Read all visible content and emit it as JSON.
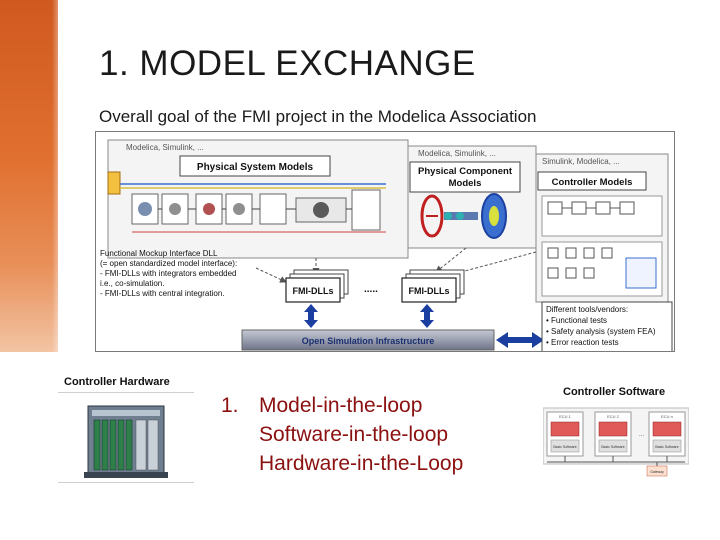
{
  "slide": {
    "title": "1. MODEL EXCHANGE",
    "subtitle": "Overall goal of the FMI project in the Modelica Association"
  },
  "diagram": {
    "tool_label_left": "Modelica, Simulink, ...",
    "tool_label_mid": "Modelica, Simulink, ...",
    "tool_label_right": "Simulink, Modelica, ...",
    "physical_system_models": "Physical System Models",
    "physical_component_models_line1": "Physical Component",
    "physical_component_models_line2": "Models",
    "controller_models": "Controller Models",
    "fmi_description": [
      "Functional Mockup Interface DLL",
      "(= open standardized model interface):",
      "- FMI-DLLs with integrators embedded",
      "  i.e., co-simulation.",
      "- FMI-DLLs with central integration."
    ],
    "fmi_dll_label_1": "FMI-DLLs",
    "fmi_dll_label_2": "FMI-DLLs",
    "ellipsis": ".....",
    "tools_vendors": [
      "Different tools/vendors:",
      "• Functional tests",
      "• Safety analysis (system FEA)",
      "• Error reaction tests"
    ],
    "open_simulation_infrastructure": "Open Simulation Infrastructure"
  },
  "controller_hardware": {
    "title": "Controller Hardware"
  },
  "loop_list": {
    "number": "1.",
    "items": [
      "Model-in-the-loop",
      "Software-in-the-loop",
      "Hardware-in-the-Loop"
    ]
  },
  "controller_software": {
    "title": "Controller Software",
    "ecu_labels": [
      "ECU 1",
      "ECU 2",
      "ECU n"
    ],
    "basic_software": "Basic Software",
    "bus_label": "Gateway"
  },
  "colors": {
    "accent": "#d9672b",
    "list_text": "#8b1010",
    "infrastructure_bar": "#9aa0b0",
    "arrow_blue": "#1b3fa0"
  }
}
